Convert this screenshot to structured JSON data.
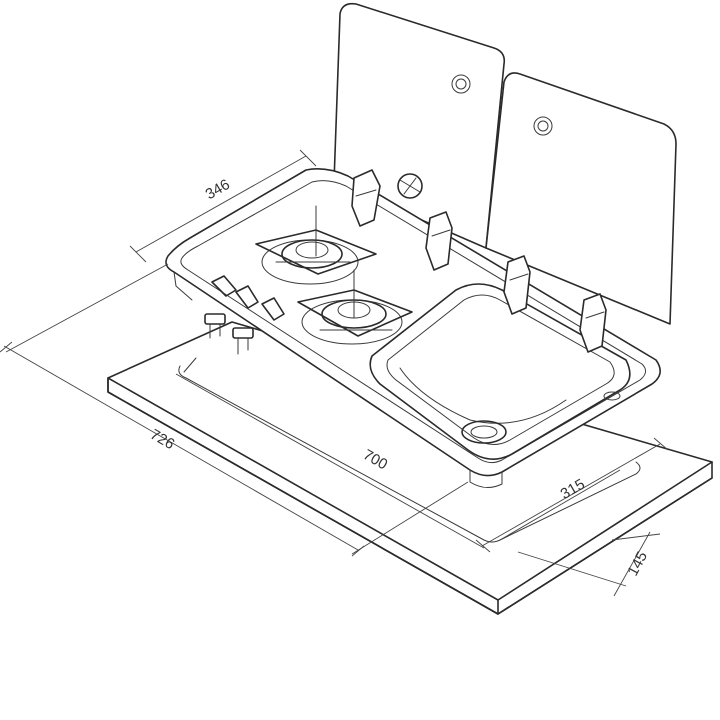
{
  "dimensions": {
    "depth": "346",
    "overall_width": "726",
    "cutout_width": "700",
    "sink_width": "315",
    "offset": "145"
  },
  "colors": {
    "line": "#2b2b2b",
    "background": "#ffffff"
  }
}
